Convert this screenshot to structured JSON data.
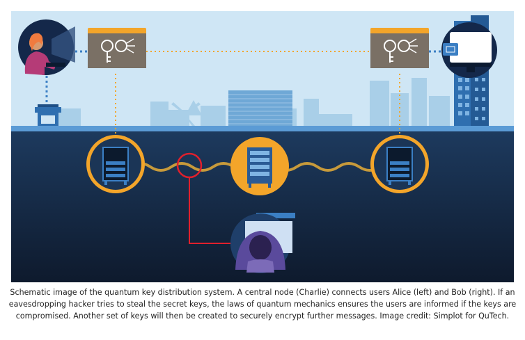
{
  "caption": "Schematic image of the quantum key distribution system. A central node (Charlie) connects users Alice (left) and Bob (right). If an eavesdropping hacker tries to steal the secret keys, the laws of quantum mechanics ensures the users are informed if the keys are compromised. Another set of keys will then be created to securely encrypt further messages. Image credit: Simplot for QuTech.",
  "colors": {
    "sky": "#cfe6f5",
    "ground_band": "#5b9bd5",
    "underground": "#13243d",
    "node_ring": "#f3a52a",
    "fiber": "#c79a3b",
    "eavesdrop_line": "#e0202c",
    "classical_link": "#f3a52a",
    "key_box": "#7a7065"
  },
  "icons": [
    "alice-avatar",
    "bob-monitor",
    "key-box-left",
    "key-box-right",
    "server-node-alice",
    "server-node-charlie",
    "server-node-bob",
    "hacker-avatar",
    "intercept-circle"
  ]
}
